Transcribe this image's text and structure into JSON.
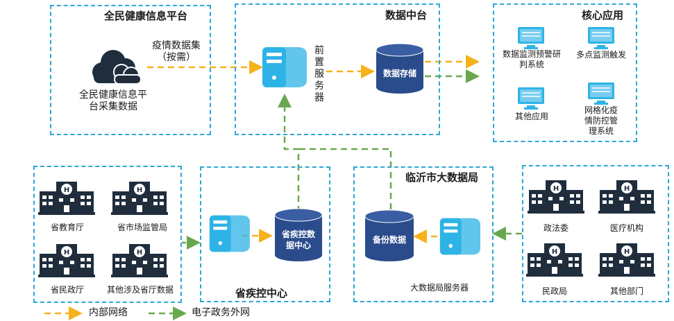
{
  "platform": {
    "title": "全民健康信息平台",
    "cloud_label_1": "全民健康信息平",
    "cloud_label_2": "台采集数据",
    "flow_label_1": "疫情数据集",
    "flow_label_2": "（按需）"
  },
  "datacenter": {
    "title": "数据中台",
    "server_label": [
      "前",
      "置",
      "服",
      "务",
      "器"
    ],
    "db_label": "数据存储"
  },
  "core": {
    "title": "核心应用",
    "apps": [
      {
        "line1": "数据监测预警研",
        "line2": "判系统"
      },
      {
        "line1": "多点监测触发",
        "line2": ""
      },
      {
        "line1": "其他应用",
        "line2": ""
      },
      {
        "line1": "网格化疫",
        "line2": "情防控管",
        "line3": "理系统"
      }
    ]
  },
  "provinces": {
    "items": [
      "省教育厅",
      "省市场监管局",
      "省民政厅",
      "其他涉及省厅数据"
    ]
  },
  "cdc": {
    "title": "省疾控中心",
    "db_line1": "省疾控数",
    "db_line2": "据中心"
  },
  "bigdata": {
    "title": "临沂市大数据局",
    "db_label": "备份数据",
    "server_label": "大数据局服务器"
  },
  "local": {
    "items": [
      "政法委",
      "医疗机构",
      "民政局",
      "其他部门"
    ]
  },
  "legend": {
    "internal": "内部网络",
    "external": "电子政务外网"
  },
  "colors": {
    "box_border": "#2aa7d8",
    "internal_line": "#f5b21a",
    "external_line": "#6aa84f",
    "db_fill": "#2b4c8c",
    "server_fill": "#2eb3e6",
    "building_fill": "#1f2d3d"
  }
}
